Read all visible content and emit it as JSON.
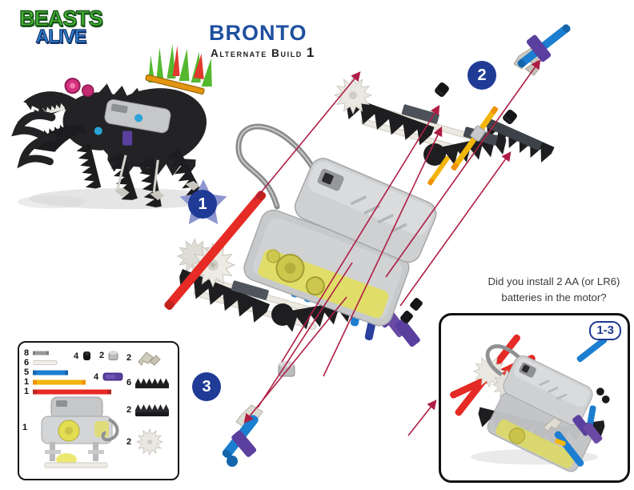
{
  "logo": {
    "line1": "BEASTS",
    "line2": "ALIVE",
    "green": "#45b32e",
    "blue": "#2f86d4"
  },
  "header": {
    "title": "BRONTO",
    "subtitle": "Alternate Build",
    "subtitle_number": "1",
    "title_color": "#1e4f9f"
  },
  "steps": [
    {
      "number": "1"
    },
    {
      "number": "2"
    },
    {
      "number": "3"
    }
  ],
  "note": {
    "line1": "Did you install 2 AA (or LR6)",
    "line2": "batteries in the motor?"
  },
  "summary_box": {
    "badge": "1-3"
  },
  "parts_box": {
    "items": [
      {
        "qty": "8",
        "part": "small-gray-rod",
        "color": "#98989a"
      },
      {
        "qty": "6",
        "part": "white-rod",
        "color": "#f1efe8"
      },
      {
        "qty": "5",
        "part": "blue-rod",
        "color": "#1b7ed0"
      },
      {
        "qty": "1",
        "part": "yellow-rod",
        "color": "#f4b50a"
      },
      {
        "qty": "1",
        "part": "red-rod",
        "color": "#e62a25"
      },
      {
        "qty": "1",
        "part": "battery-motor",
        "color": "#c6c7c9"
      },
      {
        "qty": "4",
        "part": "black-clip",
        "color": "#141416"
      },
      {
        "qty": "2",
        "part": "gray-spacer",
        "color": "#b9bbbd"
      },
      {
        "qty": "4",
        "part": "purple-connector",
        "color": "#5a3f9f"
      },
      {
        "qty": "2",
        "part": "tan-foot-connector",
        "color": "#cfccbc"
      },
      {
        "qty": "6",
        "part": "black-gear-strip",
        "color": "#1e1e20"
      },
      {
        "qty": "2",
        "part": "black-gear-rack",
        "color": "#2a2a2c"
      },
      {
        "qty": "2",
        "part": "white-gear-wheel",
        "color": "#e9e7df"
      }
    ]
  },
  "colors": {
    "guide_line": "#ae1e44",
    "badge_blue": "#1f3b96",
    "star": "#8e96cf",
    "rod_red": "#e62a25",
    "rod_yellow": "#f4b50a",
    "rod_blue": "#1b7ed0",
    "purple": "#5a3f9f",
    "motor_gray": "#cfd0d2",
    "motor_yellow": "#e3df55"
  }
}
